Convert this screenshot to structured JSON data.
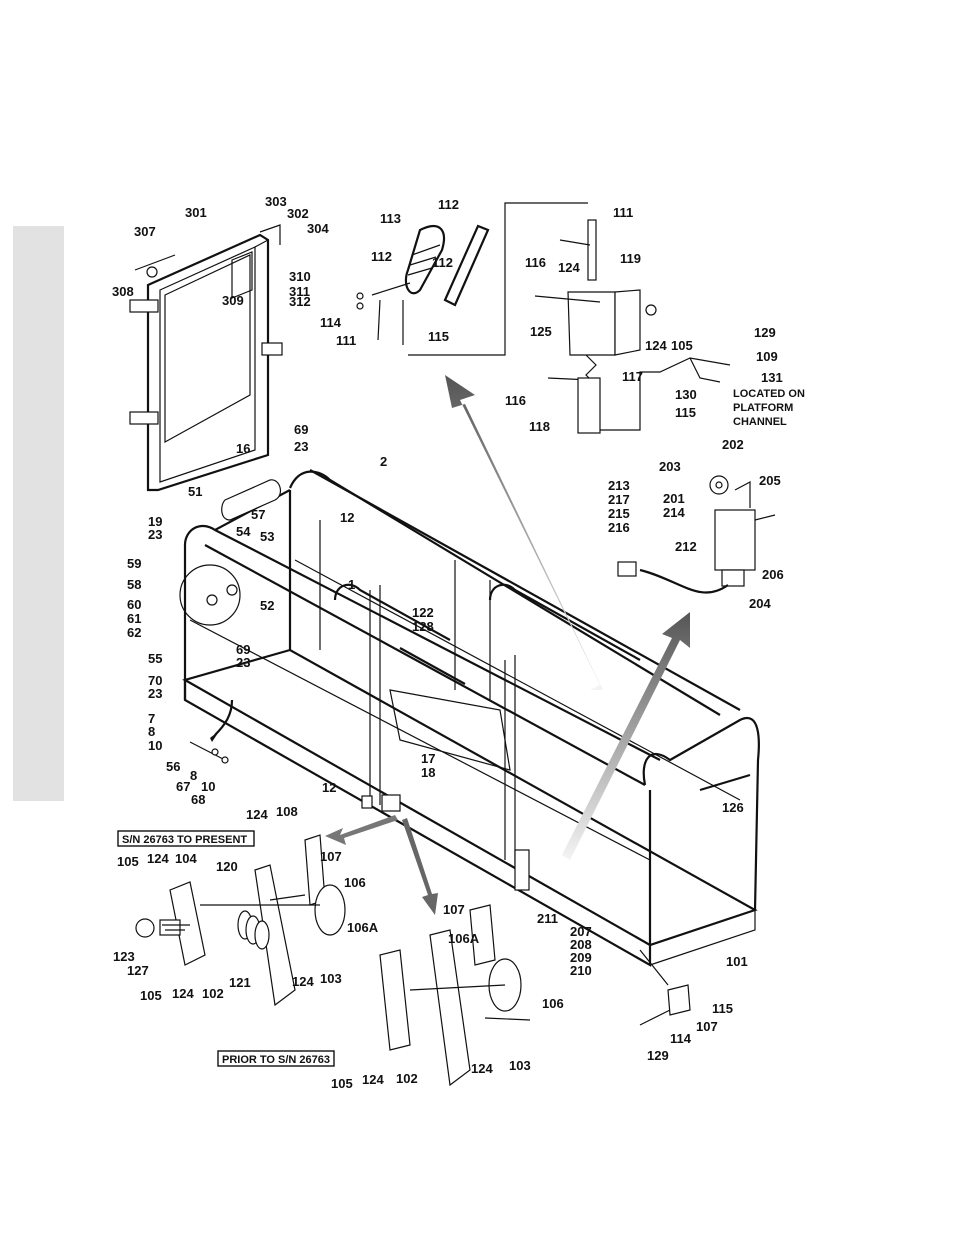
{
  "labels": {
    "door": [
      "307",
      "308",
      "301",
      "303",
      "302",
      "304",
      "309",
      "310",
      "311",
      "312"
    ],
    "handle": [
      "113",
      "112",
      "112",
      "112",
      "114",
      "111",
      "115"
    ],
    "latch": [
      "111",
      "116",
      "124",
      "119",
      "125",
      "124",
      "105",
      "117",
      "116",
      "118",
      "129",
      "109",
      "130",
      "131",
      "115"
    ],
    "located_on": [
      "LOCATED ON",
      "PLATFORM",
      "CHANNEL"
    ],
    "valve": [
      "202",
      "203",
      "205",
      "201",
      "214",
      "213",
      "217",
      "215",
      "216",
      "212",
      "206",
      "204"
    ],
    "platform": [
      "16",
      "69",
      "23",
      "2",
      "51",
      "57",
      "12",
      "19",
      "23",
      "54",
      "53",
      "59",
      "58",
      "60",
      "61",
      "62",
      "52",
      "1",
      "122",
      "128",
      "55",
      "69",
      "23",
      "70",
      "23",
      "7",
      "8",
      "10",
      "56",
      "8",
      "67",
      "10",
      "68",
      "17",
      "18",
      "12",
      "126",
      "211",
      "207",
      "208",
      "209",
      "210",
      "101"
    ],
    "bumper_new": [
      "124",
      "108",
      "105",
      "124",
      "104",
      "120",
      "107",
      "106",
      "106A",
      "123",
      "127",
      "121",
      "124",
      "103",
      "105",
      "124",
      "102"
    ],
    "bumper_old": [
      "107",
      "106A",
      "106",
      "105",
      "124",
      "102",
      "124",
      "103"
    ],
    "bracket": [
      "115",
      "107",
      "114",
      "129"
    ],
    "serial_boxes": [
      "S/N 26763 TO PRESENT",
      "PRIOR TO S/N 26763"
    ]
  }
}
